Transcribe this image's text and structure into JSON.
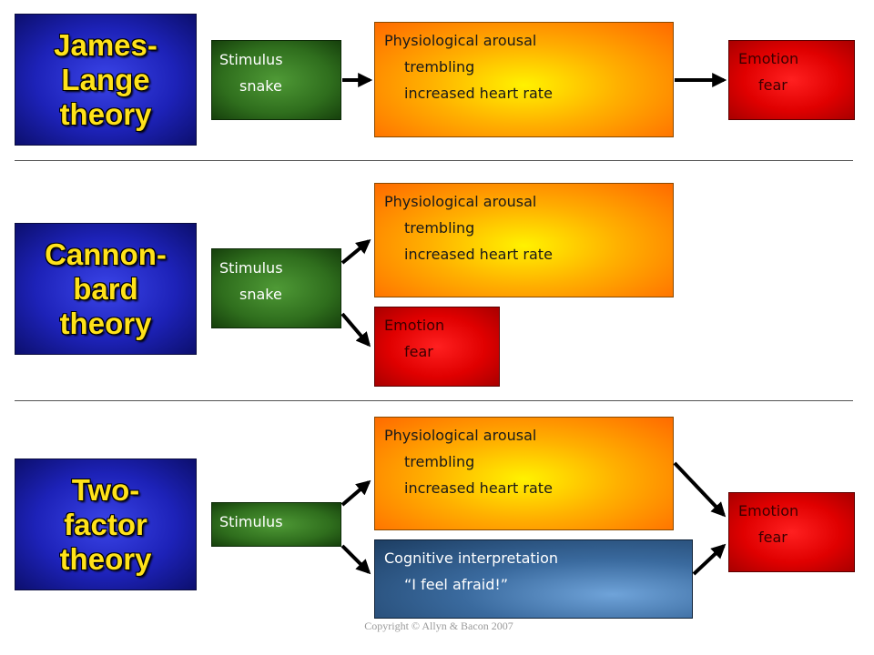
{
  "theories": [
    {
      "title_lines": [
        "James-",
        "Lange",
        "theory"
      ]
    },
    {
      "title_lines": [
        "Cannon-",
        "bard",
        "theory"
      ]
    },
    {
      "title_lines": [
        "Two-",
        "factor",
        "theory"
      ]
    }
  ],
  "row1": {
    "stimulus": {
      "label": "Stimulus",
      "detail": "snake"
    },
    "arousal": {
      "label": "Physiological arousal",
      "details": [
        "trembling",
        "increased heart rate"
      ]
    },
    "emotion": {
      "label": "Emotion",
      "detail": "fear"
    }
  },
  "row2": {
    "stimulus": {
      "label": "Stimulus",
      "detail": "snake"
    },
    "arousal": {
      "label": "Physiological arousal",
      "details": [
        "trembling",
        "increased heart rate"
      ]
    },
    "emotion": {
      "label": "Emotion",
      "detail": "fear"
    }
  },
  "row3": {
    "stimulus": {
      "label": "Stimulus"
    },
    "arousal": {
      "label": "Physiological arousal",
      "details": [
        "trembling",
        "increased heart rate"
      ]
    },
    "cognition": {
      "label": "Cognitive interpretation",
      "detail": "“I feel afraid!”"
    },
    "emotion": {
      "label": "Emotion",
      "detail": "fear"
    }
  },
  "footer": {
    "copyright": "Copyright © Allyn & Bacon 2007"
  },
  "colors": {
    "title_text": "#ffe21a",
    "theory_box": "#1d22b8",
    "stimulus_box": "#2f6e1d",
    "arousal_box": "#ffb000",
    "emotion_box": "#e00000",
    "cognition_box": "#3a6a9e",
    "arrow": "#000000"
  }
}
